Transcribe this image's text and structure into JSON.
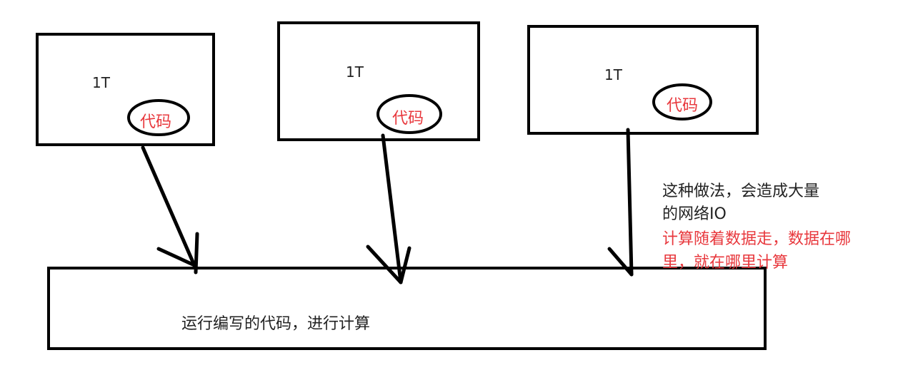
{
  "nodes": [
    {
      "label": "1T",
      "code": "代码"
    },
    {
      "label": "1T",
      "code": "代码"
    },
    {
      "label": "1T",
      "code": "代码"
    }
  ],
  "target": {
    "label": "运行编写的代码，进行计算"
  },
  "note": {
    "line1": "这种做法，会造成大量",
    "line2": "的网络IO",
    "red_line1": "计算随着数据走，数据在哪",
    "red_line2": "里，就在哪里计算"
  },
  "colors": {
    "stroke": "#000000",
    "text": "#222222",
    "accent": "#e8383d"
  }
}
